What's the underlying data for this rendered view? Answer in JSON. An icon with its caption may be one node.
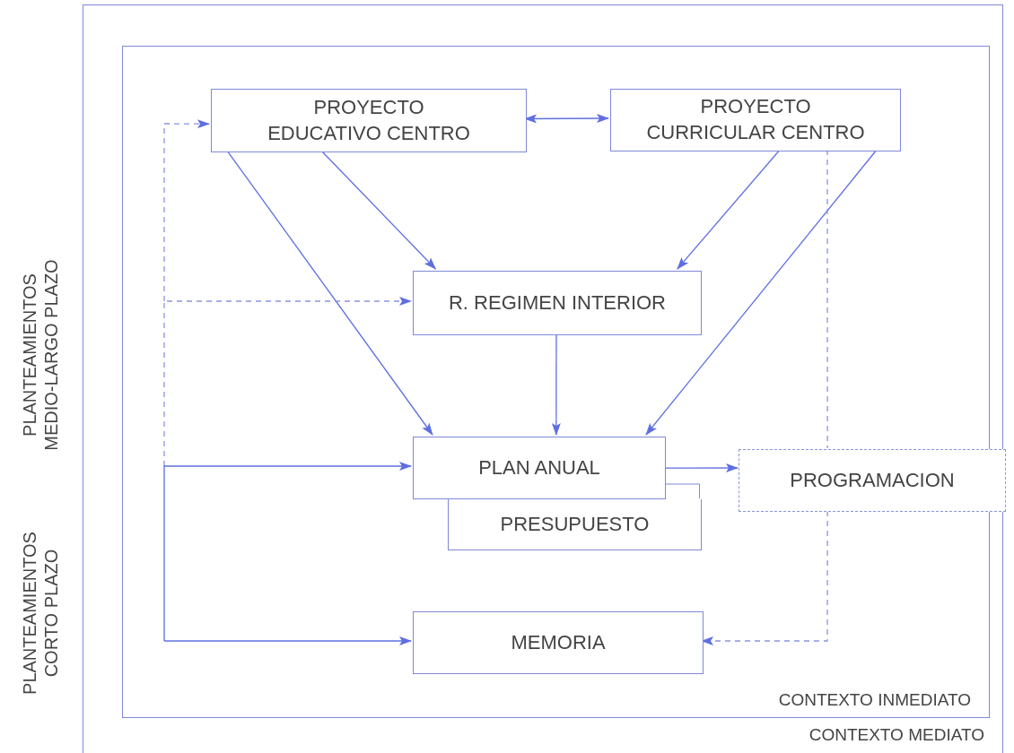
{
  "diagram": {
    "nodes": [
      {
        "text": [
          "CONTEXTO MEDIATO"
        ]
      },
      {
        "text": [
          "CONTEXTO INMEDIATO"
        ],
        "in": 0
      },
      {
        "text": [
          "PROYECTO EDUCATIVO CENTRO"
        ],
        "in": 1
      },
      {
        "text": [
          "PROYECTO CURRICULAR CENTRO"
        ],
        "in": 1
      },
      {
        "text": [
          "R. REGIMEN INTERIOR"
        ],
        "in": 1
      },
      {
        "text": [
          "PRESUPUESTO"
        ],
        "in": 1
      },
      {
        "text": [
          "PLAN ANUAL"
        ],
        "in": 1
      },
      {
        "text": [
          "PROGRAMACION"
        ],
        "in": 0
      },
      {
        "text": [
          "MEMORIA"
        ],
        "in": 1
      }
    ],
    "edges": [
      {
        "from": 2,
        "to": 3,
        "arrow": "both"
      },
      {
        "from": 2,
        "to": 4,
        "arrow": "to"
      },
      {
        "from": 2,
        "to": 6,
        "arrow": "to"
      },
      {
        "from": 3,
        "to": 4,
        "arrow": "to"
      },
      {
        "from": 3,
        "to": 6,
        "arrow": "to"
      },
      {
        "from": 4,
        "to": 6,
        "arrow": "to"
      },
      {
        "from": 6,
        "to": 7,
        "arrow": "to"
      },
      {
        "from": 3,
        "to": 7,
        "arrow": "none",
        "style": "dashed"
      },
      {
        "from": 7,
        "to": 8,
        "arrow": "to",
        "style": "dashed"
      },
      {
        "from": null,
        "to": 2,
        "arrow": "to",
        "style": "dashed"
      },
      {
        "from": null,
        "to": 4,
        "arrow": "to",
        "style": "dashed"
      },
      {
        "from": null,
        "to": 6,
        "arrow": "to"
      },
      {
        "from": null,
        "to": 8,
        "arrow": "to"
      }
    ],
    "labels": [
      "PLANTEAMIENTOS MEDIO-LARGO PLAZO",
      "PLANTEAMIENTOS CORTO PLAZO"
    ]
  }
}
